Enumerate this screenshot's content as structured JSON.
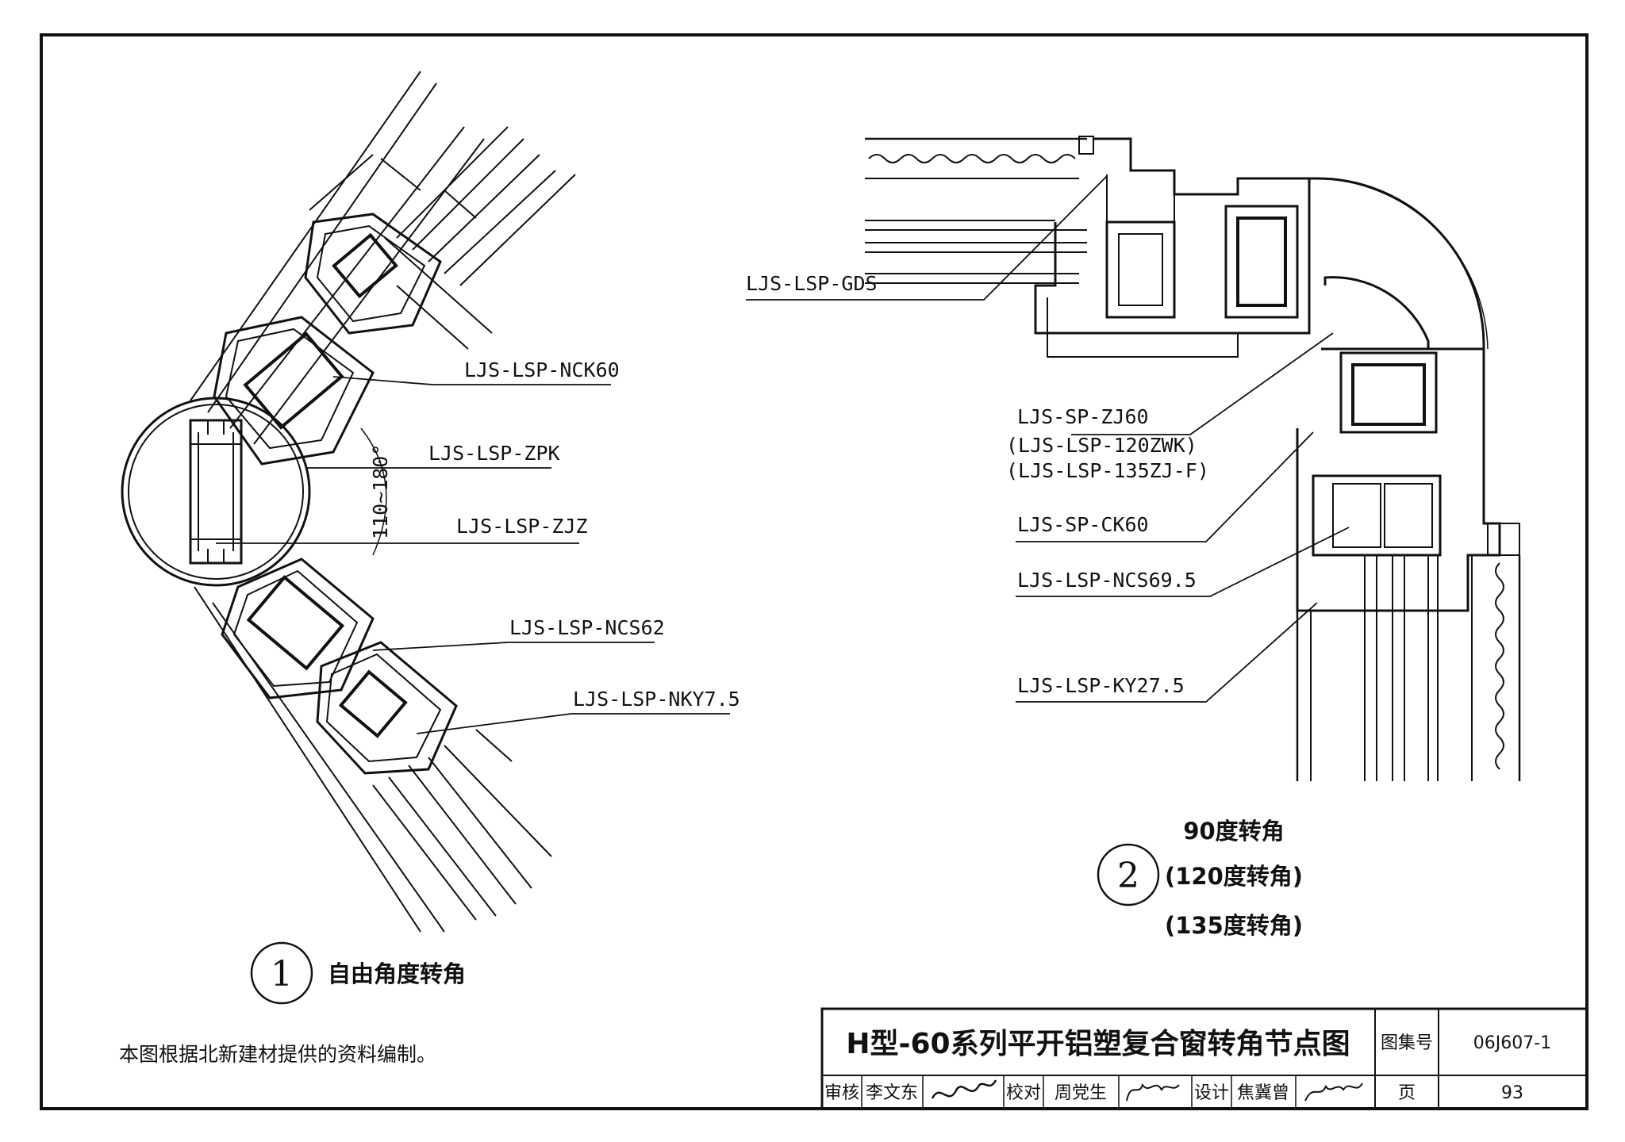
{
  "labels": {
    "gds": "LJS-LSP-GDS",
    "nck60": "LJS-LSP-NCK60",
    "zpk": "LJS-LSP-ZPK",
    "zjz": "LJS-LSP-ZJZ",
    "ncs62": "LJS-LSP-NCS62",
    "nky75": "LJS-LSP-NKY7.5",
    "zj60": "LJS-SP-ZJ60",
    "zwk120": "(LJS-LSP-120ZWK)",
    "zjf135": "(LJS-LSP-135ZJ-F)",
    "ck60": "LJS-SP-CK60",
    "ncs695": "LJS-LSP-NCS69.5",
    "ky275": "LJS-LSP-KY27.5",
    "angle": "110~180°"
  },
  "details": [
    {
      "number": "1",
      "caption": "自由角度转角"
    },
    {
      "number": "2",
      "caption_lines": [
        "90度转角",
        "(120度转角)",
        "(135度转角)"
      ]
    }
  ],
  "note": "本图根据北新建材提供的资料编制。",
  "title_block": {
    "title": "H型-60系列平开铝塑复合窗转角节点图",
    "atlas_label": "图集号",
    "atlas_number": "06J607-1",
    "page_label": "页",
    "page_number": "93",
    "review_label": "审核",
    "reviewer": "李文东",
    "check_label": "校对",
    "checker": "周党生",
    "design_label": "设计",
    "designer": "焦冀曾"
  }
}
